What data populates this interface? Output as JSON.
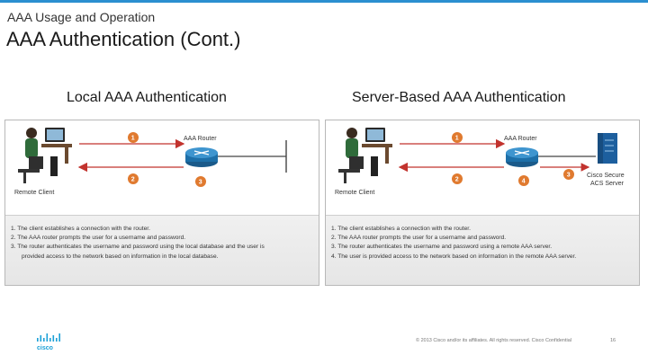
{
  "header": {
    "section": "AAA Usage and Operation",
    "title": "AAA Authentication (Cont.)"
  },
  "left_panel": {
    "heading": "Local AAA Authentication",
    "router_label": "AAA Router",
    "client_label": "Remote Client",
    "markers": [
      "1",
      "2",
      "3"
    ],
    "steps": [
      "1. The client establishes a connection with the router.",
      "2. The AAA router prompts the user for a username and password.",
      "3. The router authenticates the username and password using the local database and the user is",
      "provided access to the network based on information in the local database."
    ]
  },
  "right_panel": {
    "heading": "Server-Based AAA Authentication",
    "router_label": "AAA Router",
    "client_label": "Remote Client",
    "server_label_line1": "Cisco Secure",
    "server_label_line2": "ACS Server",
    "markers": [
      "1",
      "2",
      "3",
      "4"
    ],
    "steps": [
      "1. The client establishes a connection with the router.",
      "2. The AAA router prompts the user for a username and password.",
      "3. The router authenticates the username and password using a remote AAA server.",
      "4. The user is provided access to the network based on information in the remote AAA server."
    ]
  },
  "footer": {
    "copyright": "© 2013 Cisco and/or its affiliates. All rights reserved.     Cisco Confidential",
    "page_number": "16"
  },
  "colors": {
    "accent": "#2b8fd0",
    "marker": "#e07a2f",
    "router": "#1d6fa8",
    "arrow": "#c2332e"
  }
}
